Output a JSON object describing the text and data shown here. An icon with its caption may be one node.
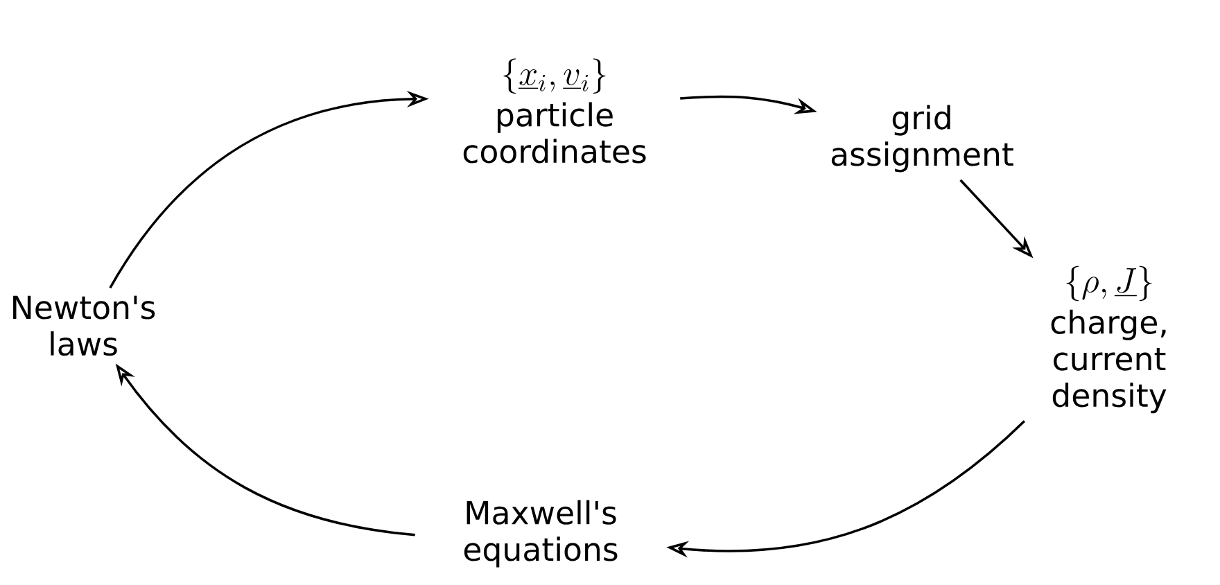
{
  "diagram": {
    "nodes": [
      {
        "text": [
          "\\{\\underline{x}_i, \\underline{v}_i\\}",
          "particle coordinates"
        ]
      },
      {
        "text": [
          "grid assignment"
        ]
      },
      {
        "text": [
          "\\{\\rho, \\underline{J}\\}",
          "charge, current density"
        ]
      },
      {
        "text": [
          "Maxwell's equations"
        ]
      },
      {
        "text": [
          "Newton's laws"
        ]
      }
    ],
    "edges": [
      {
        "from": 0,
        "to": 1,
        "arrow": "to"
      },
      {
        "from": 1,
        "to": 2,
        "arrow": "to"
      },
      {
        "from": 2,
        "to": 3,
        "arrow": "to"
      },
      {
        "from": 3,
        "to": 4,
        "arrow": "to"
      },
      {
        "from": 4,
        "to": 0,
        "arrow": "to"
      }
    ]
  }
}
